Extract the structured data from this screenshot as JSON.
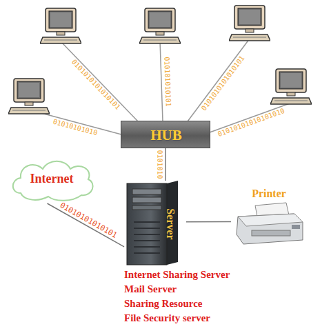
{
  "diagram": {
    "nodes": [
      {
        "text": [
          "HUB"
        ]
      },
      {
        "text": [
          "Internet"
        ]
      },
      {
        "text": [
          "Server",
          "Internet Sharing Server",
          "Mail Server",
          "Sharing Resource",
          "File Security server"
        ]
      },
      {
        "text": [
          "Printer"
        ]
      }
    ],
    "edges": [
      {
        "from": 0,
        "to": 2,
        "arrow": "none",
        "label": "0101010"
      },
      {
        "from": 1,
        "to": 2,
        "arrow": "none",
        "label": "01010101010101"
      },
      {
        "from": 2,
        "to": 3,
        "arrow": "none"
      }
    ],
    "labels": [
      "01010101010",
      "0101010101010101",
      "010101010101",
      "0101010101010101",
      "01010101010101010"
    ]
  }
}
